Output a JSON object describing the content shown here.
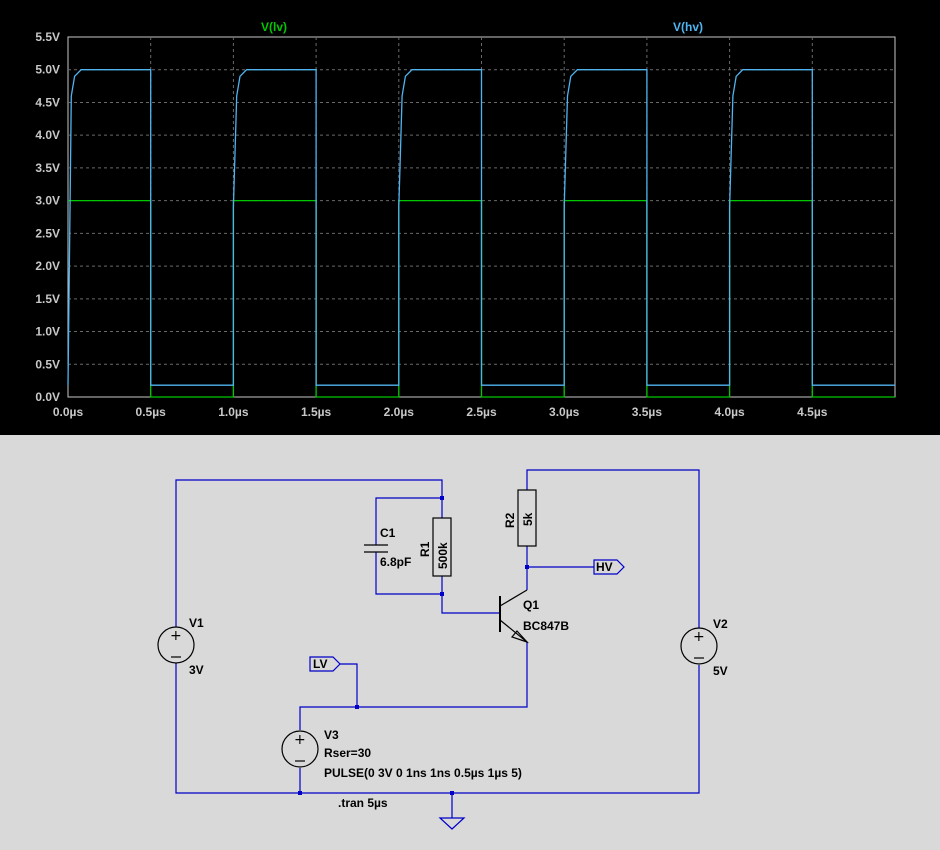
{
  "chart_data": {
    "type": "line",
    "title": "",
    "xlabel": "",
    "ylabel": "",
    "xlim": [
      0,
      5
    ],
    "ylim": [
      0,
      5.5
    ],
    "x_unit": "µs",
    "y_unit": "V",
    "x_ticks": [
      "0.0µs",
      "0.5µs",
      "1.0µs",
      "1.5µs",
      "2.0µs",
      "2.5µs",
      "3.0µs",
      "3.5µs",
      "4.0µs",
      "4.5µs"
    ],
    "y_ticks": [
      "0.0V",
      "0.5V",
      "1.0V",
      "1.5V",
      "2.0V",
      "2.5V",
      "3.0V",
      "3.5V",
      "4.0V",
      "4.5V",
      "5.0V",
      "5.5V"
    ],
    "grid": true,
    "series": [
      {
        "name": "V(lv)",
        "color": "#00c800",
        "x": [
          0,
          0.5,
          0.5,
          1.0,
          1.0,
          1.5,
          1.5,
          2.0,
          2.0,
          2.5,
          2.5,
          3.0,
          3.0,
          3.5,
          3.5,
          4.0,
          4.0,
          4.5,
          4.5,
          5.0
        ],
        "y": [
          3.0,
          3.0,
          0.0,
          0.0,
          3.0,
          3.0,
          0.0,
          0.0,
          3.0,
          3.0,
          0.0,
          0.0,
          3.0,
          3.0,
          0.0,
          0.0,
          3.0,
          3.0,
          0.0,
          0.0
        ]
      },
      {
        "name": "V(hv)",
        "color": "#4fb4f0",
        "x": [
          0,
          0.02,
          0.04,
          0.08,
          0.5,
          0.5,
          1.0,
          1.0,
          1.02,
          1.04,
          1.08,
          1.5,
          1.5,
          2.0,
          2.0,
          2.02,
          2.04,
          2.08,
          2.5,
          2.5,
          3.0,
          3.0,
          3.02,
          3.04,
          3.08,
          3.5,
          3.5,
          4.0,
          4.0,
          4.02,
          4.04,
          4.08,
          4.5,
          4.5,
          5.0
        ],
        "y": [
          0.18,
          4.6,
          4.9,
          5.0,
          5.0,
          0.18,
          0.18,
          2.9,
          4.6,
          4.9,
          5.0,
          5.0,
          0.18,
          0.18,
          2.9,
          4.6,
          4.9,
          5.0,
          5.0,
          0.18,
          0.18,
          2.9,
          4.6,
          4.9,
          5.0,
          5.0,
          0.18,
          0.18,
          2.9,
          4.6,
          4.9,
          5.0,
          5.0,
          0.18,
          0.18
        ]
      }
    ]
  },
  "schematic": {
    "labels": {
      "c1_name": "C1",
      "c1_value": "6.8pF",
      "r1_name": "R1",
      "r1_value": "500k",
      "r2_name": "R2",
      "r2_value": "5k",
      "q1_name": "Q1",
      "q1_model": "BC847B",
      "v1_name": "V1",
      "v1_value": "3V",
      "v2_name": "V2",
      "v2_value": "5V",
      "v3_name": "V3",
      "v3_rser": "Rser=30",
      "v3_pulse": "PULSE(0 3V 0 1ns 1ns 0.5µs 1µs 5)",
      "net_hv": "HV",
      "net_lv": "LV",
      "directive": ".tran 5µs"
    },
    "colors": {
      "wire": "#0000c8",
      "component": "#000000",
      "background": "#d9d9d9"
    }
  }
}
